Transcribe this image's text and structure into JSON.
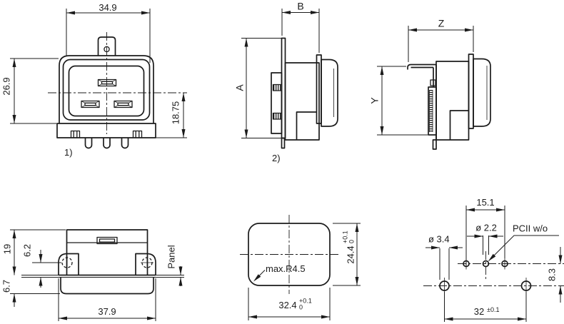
{
  "drawing_type": "technical-dimension-drawing",
  "colors": {
    "line": "#1b1b1b",
    "background": "#ffffff"
  },
  "views": {
    "front": {
      "label": "1)",
      "width": "34.9",
      "height": "26.9",
      "center_to_base": "18.75"
    },
    "side": {
      "label": "2)",
      "depth": "B",
      "height": "A"
    },
    "side_mounted": {
      "depth": "Z",
      "height": "Y"
    },
    "top_panel": {
      "depth_behind_panel": "19",
      "hole_to_panel": "6.2",
      "depth_front": "6.7",
      "width": "37.9",
      "panel_label": "Panel"
    },
    "panel_cutout": {
      "corner_radius_note": "max.R4.5",
      "width": "32.4",
      "width_tol_upper": "+0.1",
      "width_tol_lower": "0",
      "height": "24.4",
      "height_tol_upper": "+0.1",
      "height_tol_lower": "0"
    },
    "pcb_layout": {
      "pin_spacing": "15.1",
      "pin_hole_dia": "ø 2.2",
      "mounting_hole_dia": "ø 3.4",
      "row_distance": "8.3",
      "mounting_spacing": "32",
      "mounting_spacing_tol": "±0.1",
      "variant_note": "PCII w/o"
    }
  }
}
